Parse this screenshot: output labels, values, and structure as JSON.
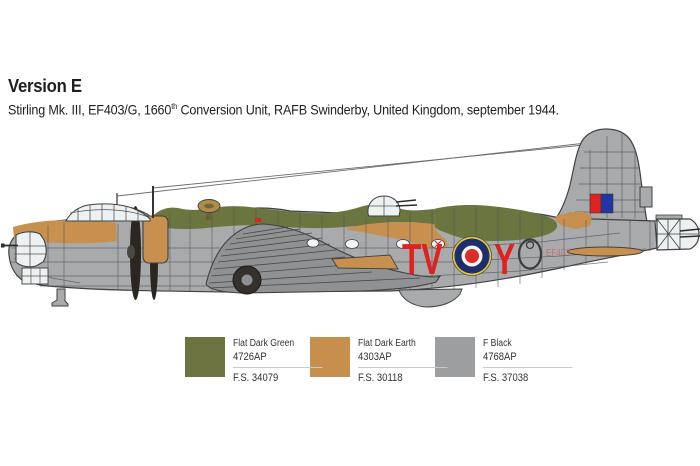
{
  "header": {
    "title": "Version E",
    "subtitle_pre": "Stirling Mk. III, EF403/G, 1660",
    "subtitle_sup": "th",
    "subtitle_post": " Conversion Unit, RAFB Swinderby, United Kingdom, september 1944."
  },
  "aircraft": {
    "squadron_code": "TV",
    "aircraft_letter": "Y",
    "serial_faint": "EF403",
    "marking_notes": "RAF C1 roundel on fuselage, red-blue fin flash on tail"
  },
  "paint_swatches": [
    {
      "name": "Flat Dark Green",
      "code": "4726AP",
      "fs": "F.S. 34079",
      "hex": "#6e7342"
    },
    {
      "name": "Flat Dark Earth",
      "code": "4303AP",
      "fs": "F.S. 30118",
      "hex": "#c78f4e"
    },
    {
      "name": "F Black",
      "code": "4768AP",
      "fs": "F.S. 37038",
      "hex": "#9d9ea0"
    }
  ],
  "colors": {
    "fuselage": "#a8aaac",
    "fairing": "#8f9193",
    "outline": "#3f4142",
    "green": "#6b753f",
    "earth": "#c8904f",
    "red": "#de231f",
    "roundel_blue": "#1c2e6b",
    "roundel_yellow": "#e2c33c",
    "flash_blue": "#1f36a3",
    "glazing": "#eef1f2",
    "text": "#1f1f1f"
  }
}
